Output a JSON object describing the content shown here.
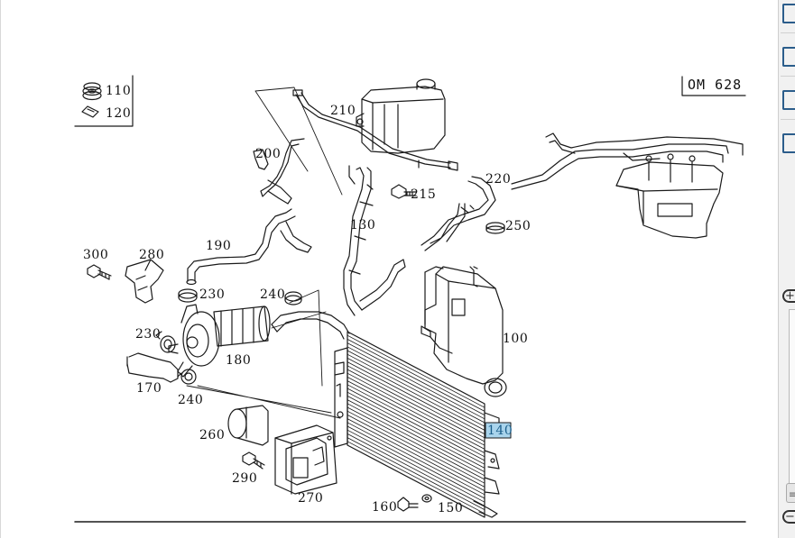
{
  "diagram": {
    "engine_code": "OM 628",
    "legend": [
      {
        "part": "110",
        "icon": "gasket-stack-icon"
      },
      {
        "part": "120",
        "icon": "clip-icon"
      }
    ],
    "labels": {
      "p100": "100",
      "p130": "130",
      "p140": "140",
      "p150": "150",
      "p160": "160",
      "p170": "170",
      "p180": "180",
      "p190": "190",
      "p200": "200",
      "p210": "210",
      "p215": "215",
      "p220": "220",
      "p230a": "230",
      "p230b": "230",
      "p240a": "240",
      "p240b": "240",
      "p250": "250",
      "p260": "260",
      "p270": "270",
      "p280": "280",
      "p290": "290",
      "p300": "300"
    },
    "highlighted_part": "140",
    "highlight_color": "#a9d4ec"
  },
  "toolbar": {
    "buttons": [
      "print-icon",
      "export-icon",
      "bookmark-icon",
      "save-icon"
    ],
    "zoom_in": "+",
    "zoom_out": "−",
    "zoom_thumb_glyph": "≡"
  }
}
